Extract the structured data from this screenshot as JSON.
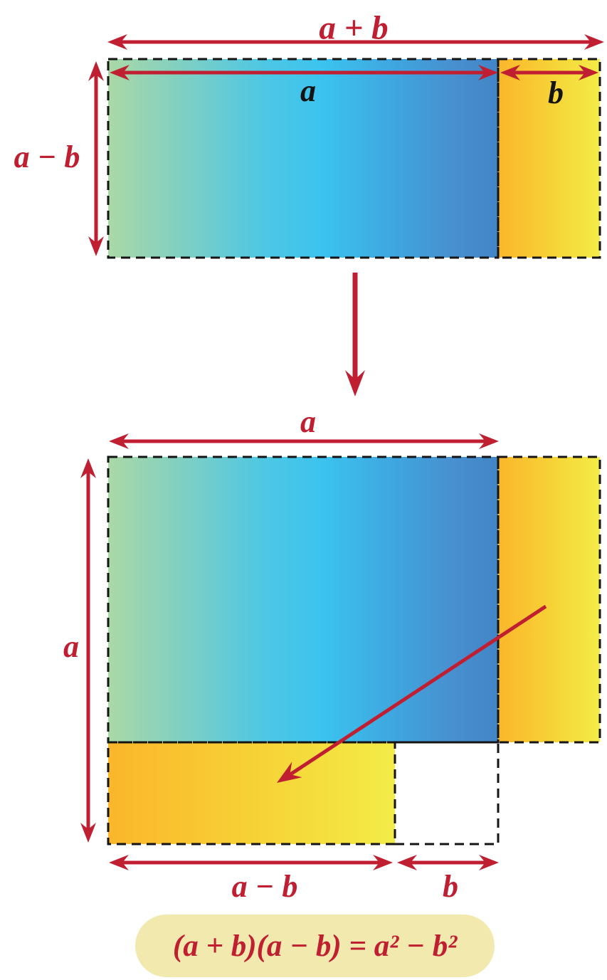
{
  "top_figure": {
    "total_width_label": "a + b",
    "segment_a_label": "a",
    "segment_b_label": "b",
    "height_label": "a − b"
  },
  "bottom_figure": {
    "top_width_label": "a",
    "left_height_label": "a",
    "bottom_left_width_label": "a − b",
    "bottom_right_width_label": "b"
  },
  "formula": {
    "text": "(a + b)(a − b) = a² − b²"
  },
  "colors": {
    "accent_red": "#C01F32",
    "label_black": "#141414",
    "dashed_border": "#141414",
    "formula_background": "#F2E9AE",
    "gradient_green_start": "#ABD8A6",
    "gradient_cyan_mid": "#3BC3EF",
    "gradient_blue_end": "#4285C6",
    "gradient_orange_start": "#FBB62B",
    "gradient_yellow_end": "#F3EC48"
  }
}
